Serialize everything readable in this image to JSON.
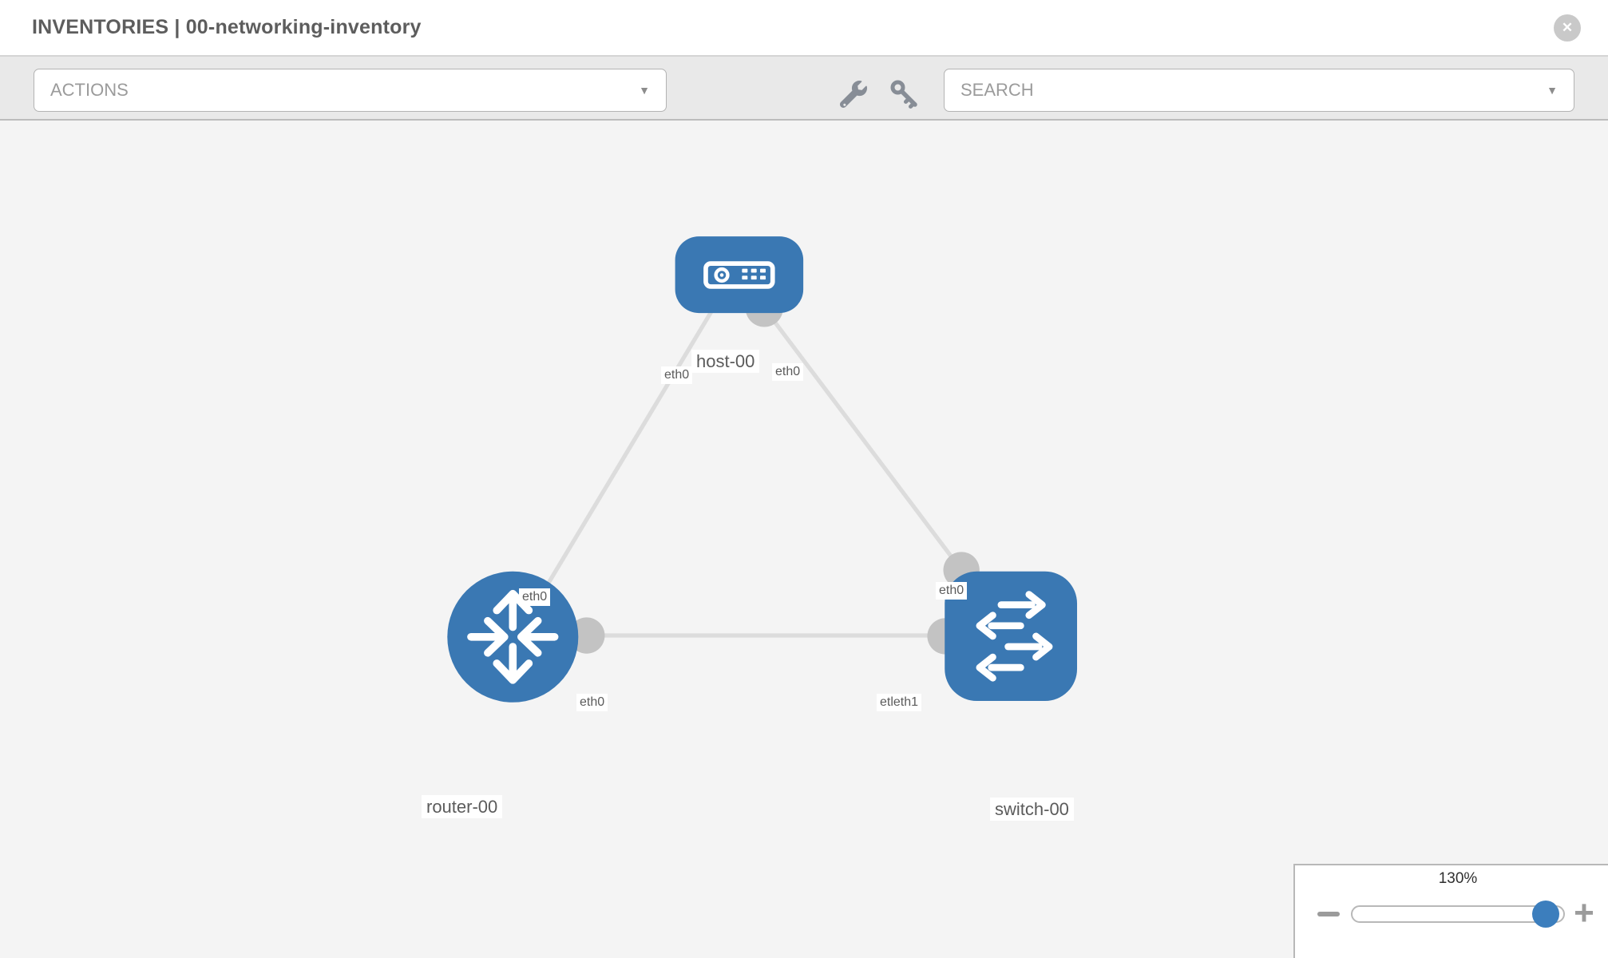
{
  "header": {
    "title": "INVENTORIES | 00-networking-inventory",
    "close_glyph": "✕"
  },
  "toolbar": {
    "actions_label": "ACTIONS",
    "search_placeholder": "SEARCH",
    "caret_glyph": "▼",
    "icons": [
      "wrench-icon",
      "key-icon"
    ]
  },
  "colors": {
    "node_blue": "#3a78b3",
    "link_gray": "#dcdcdc",
    "port_gray": "#c3c3c3",
    "icon_gray": "#878d96",
    "label_text": "#5b5b5b",
    "thumb_blue": "#3c7ebd"
  },
  "graph": {
    "nodes": [
      {
        "id": "host-00",
        "type": "host",
        "label": "host-00"
      },
      {
        "id": "router-00",
        "type": "router",
        "label": "router-00"
      },
      {
        "id": "switch-00",
        "type": "switch",
        "label": "switch-00"
      }
    ],
    "edges": [
      {
        "from": "host-00",
        "to": "router-00",
        "from_label": "eth0",
        "to_label": "eth0"
      },
      {
        "from": "host-00",
        "to": "switch-00",
        "from_label": "eth0",
        "to_label": "eth0"
      },
      {
        "from": "router-00",
        "to": "switch-00",
        "from_label": "eth0",
        "to_label_rendered": "etleth1"
      }
    ],
    "labels": {
      "host": "host-00",
      "router": "router-00",
      "switch": "switch-00",
      "host_left_if": "eth0",
      "host_right_if": "eth0",
      "router_top_if": "eth0",
      "switch_top_if": "eth0",
      "router_right_if": "eth0",
      "switch_left_if_rendered": "etleth1"
    }
  },
  "zoom_panel": {
    "value": "130%",
    "zoom_out": "−",
    "zoom_in": "+"
  }
}
